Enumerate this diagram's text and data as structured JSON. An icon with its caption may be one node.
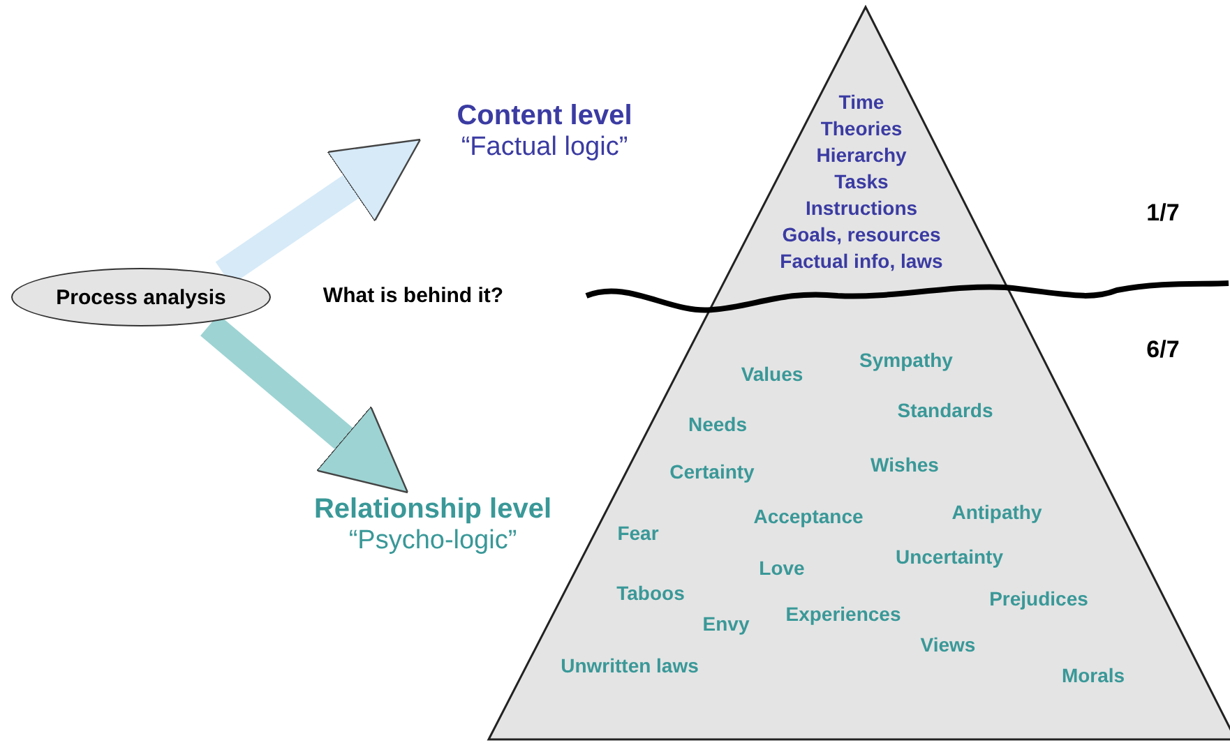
{
  "diagram": {
    "nodes": [
      {
        "text": [
          "Process analysis"
        ]
      },
      {
        "text": [
          "Content level",
          "“Factual logic”"
        ]
      },
      {
        "text": [
          "Relationship level",
          "“Psycho-logic”"
        ]
      }
    ],
    "edges": [
      {
        "from": 0,
        "to": 1,
        "arrow": "to"
      },
      {
        "from": 0,
        "to": 2,
        "arrow": "to"
      }
    ],
    "labels": [
      "What is behind it?",
      "1/7",
      "6/7",
      "Time",
      "Theories",
      "Hierarchy",
      "Tasks",
      "Instructions",
      "Goals, resources",
      "Factual info, laws",
      "Sympathy",
      "Values",
      "Standards",
      "Needs",
      "Wishes",
      "Certainty",
      "Antipathy",
      "Acceptance",
      "Fear",
      "Uncertainty",
      "Love",
      "Taboos",
      "Prejudices",
      "Experiences",
      "Envy",
      "Views",
      "Unwritten laws",
      "Morals"
    ]
  }
}
